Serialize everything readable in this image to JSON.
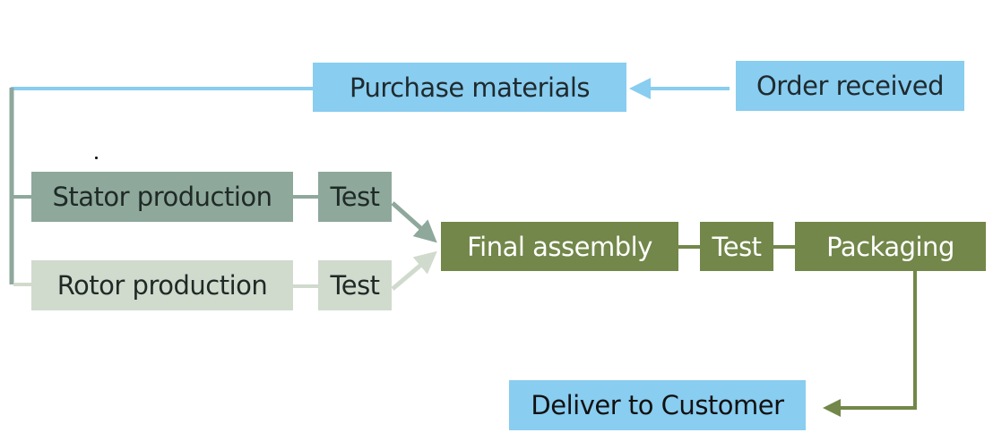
{
  "diagram": {
    "nodes": {
      "order_received": "Order received",
      "purchase_materials": "Purchase materials",
      "stator_production": "Stator production",
      "stator_test": "Test",
      "rotor_production": "Rotor production",
      "rotor_test": "Test",
      "final_assembly": "Final assembly",
      "assembly_test": "Test",
      "packaging": "Packaging",
      "deliver": "Deliver to Customer"
    },
    "colors": {
      "procurement_blue": "#89cdf0",
      "stator_gray_green": "#8ea89c",
      "rotor_light_green": "#d0dacd",
      "assembly_olive": "#728749"
    },
    "edges": [
      {
        "from": "order_received",
        "to": "purchase_materials",
        "arrow": true
      },
      {
        "from": "purchase_materials",
        "to": "stator_production",
        "arrow": false
      },
      {
        "from": "purchase_materials",
        "to": "rotor_production",
        "arrow": false
      },
      {
        "from": "stator_production",
        "to": "stator_test",
        "arrow": false
      },
      {
        "from": "rotor_production",
        "to": "rotor_test",
        "arrow": false
      },
      {
        "from": "stator_test",
        "to": "final_assembly",
        "arrow": true
      },
      {
        "from": "rotor_test",
        "to": "final_assembly",
        "arrow": true
      },
      {
        "from": "final_assembly",
        "to": "assembly_test",
        "arrow": false
      },
      {
        "from": "assembly_test",
        "to": "packaging",
        "arrow": false
      },
      {
        "from": "packaging",
        "to": "deliver",
        "arrow": true
      }
    ]
  }
}
